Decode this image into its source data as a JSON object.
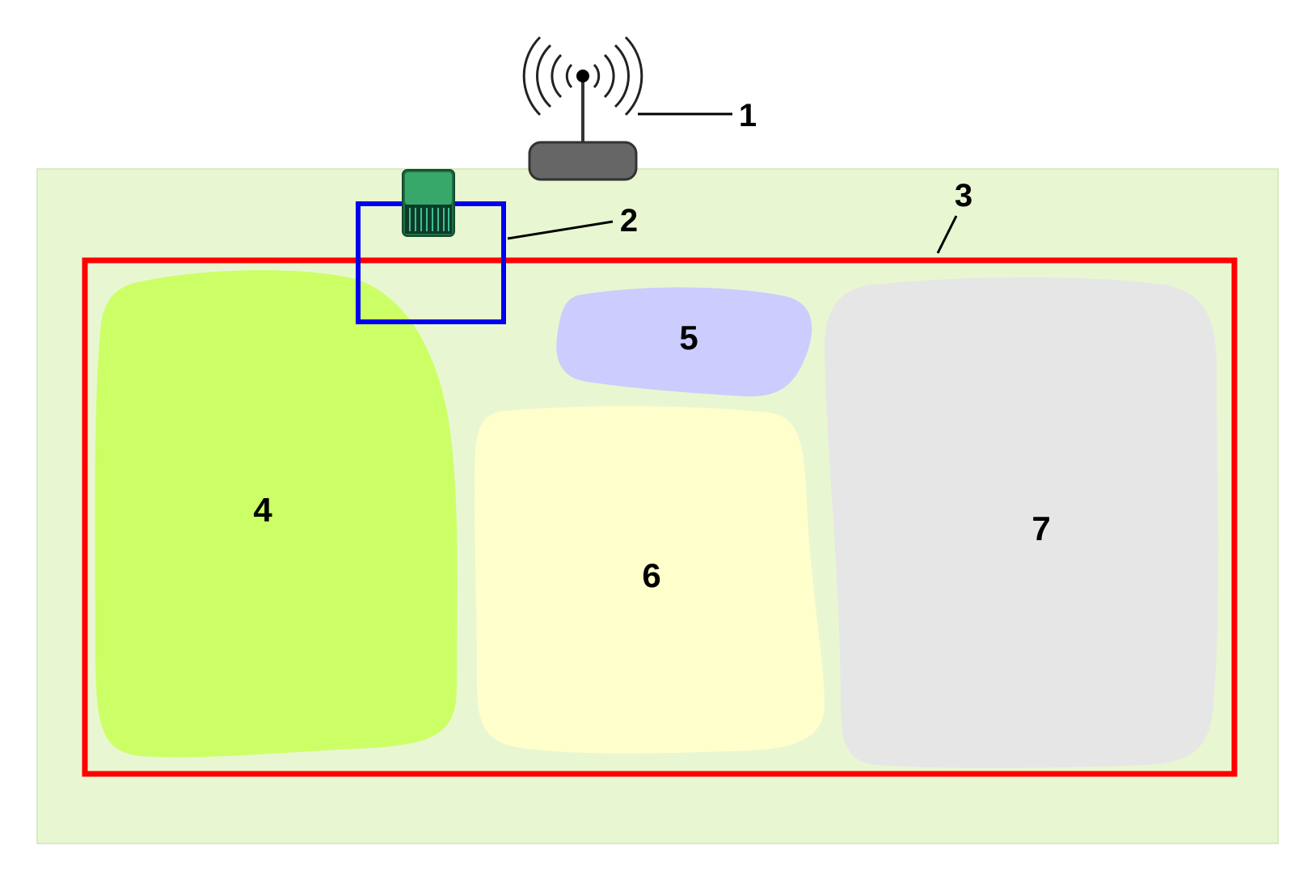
{
  "callouts": {
    "antenna": "1",
    "charging_station": "2",
    "boundary_wire": "3"
  },
  "zones": {
    "zone_4": "4",
    "zone_5": "5",
    "zone_6": "6",
    "zone_7": "7"
  },
  "colors": {
    "lawn_background": "#e9f6d2",
    "boundary_wire": "#ff0000",
    "station_outline": "#0000ee",
    "station_body": "#2e9b5e",
    "zone_4": "#ccff66",
    "zone_5": "#ccccff",
    "zone_6": "#ffffcc",
    "zone_7": "#e6e6e6",
    "antenna_base": "#666666"
  },
  "icons": {
    "antenna": "antenna-signal-icon",
    "charging_station": "charging-station-icon"
  }
}
